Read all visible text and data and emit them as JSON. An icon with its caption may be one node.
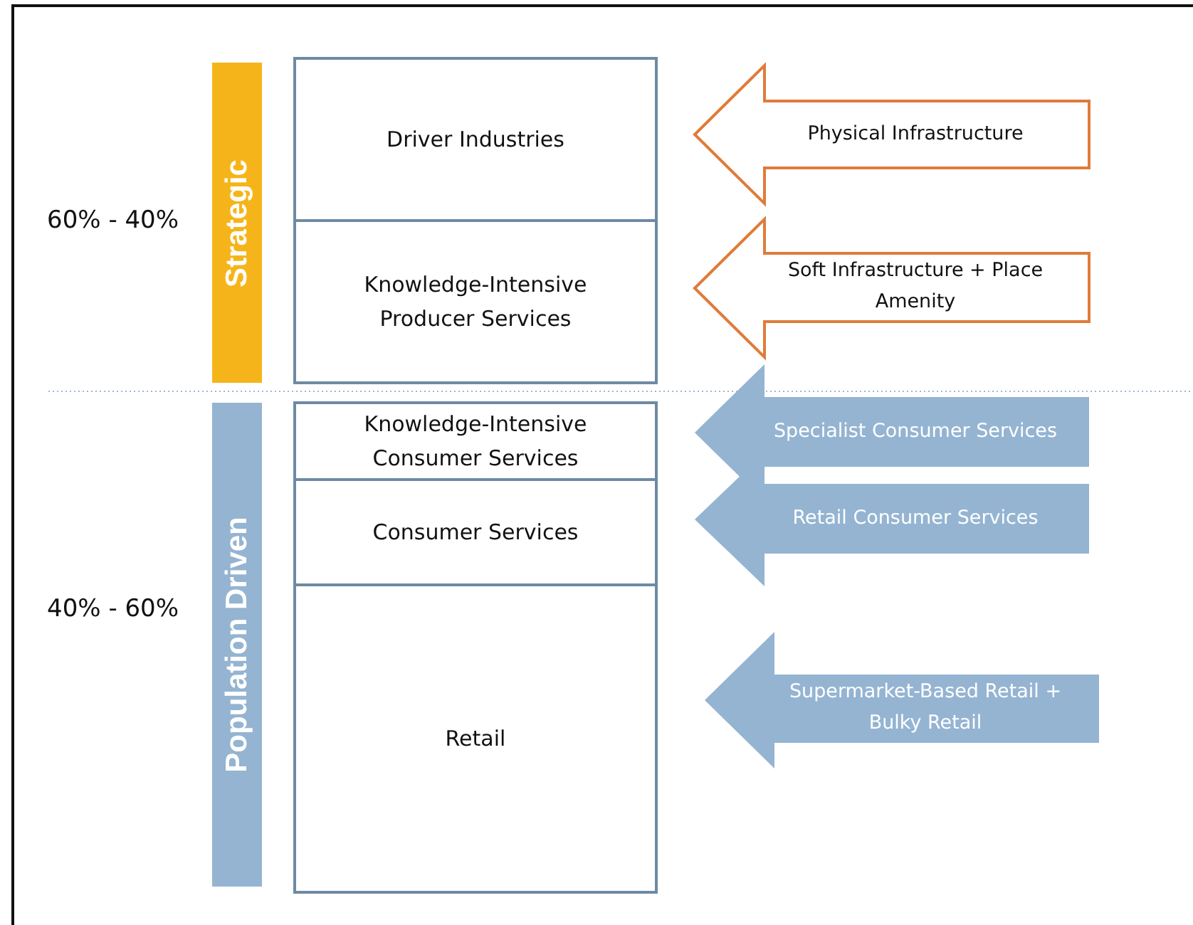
{
  "diagram": {
    "nodes": [
      {
        "text": [
          "Strategic"
        ]
      },
      {
        "text": [
          "Driver Industries"
        ]
      },
      {
        "text": [
          "Knowledge-Intensive Producer Services"
        ]
      },
      {
        "text": [
          "Population Driven"
        ]
      },
      {
        "text": [
          "Knowledge-Intensive Consumer Services"
        ]
      },
      {
        "text": [
          "Consumer Services"
        ]
      },
      {
        "text": [
          "Retail"
        ]
      },
      {
        "text": [
          "Physical Infrastructure"
        ]
      },
      {
        "text": [
          "Soft Infrastructure + Place Amenity"
        ]
      },
      {
        "text": [
          "Specialist Consumer Services"
        ]
      },
      {
        "text": [
          "Retail Consumer Services"
        ]
      },
      {
        "text": [
          "Supermarket-Based Retail + Bulky Retail"
        ]
      }
    ],
    "labels": [
      "60% - 40%",
      "40% - 60%"
    ]
  }
}
